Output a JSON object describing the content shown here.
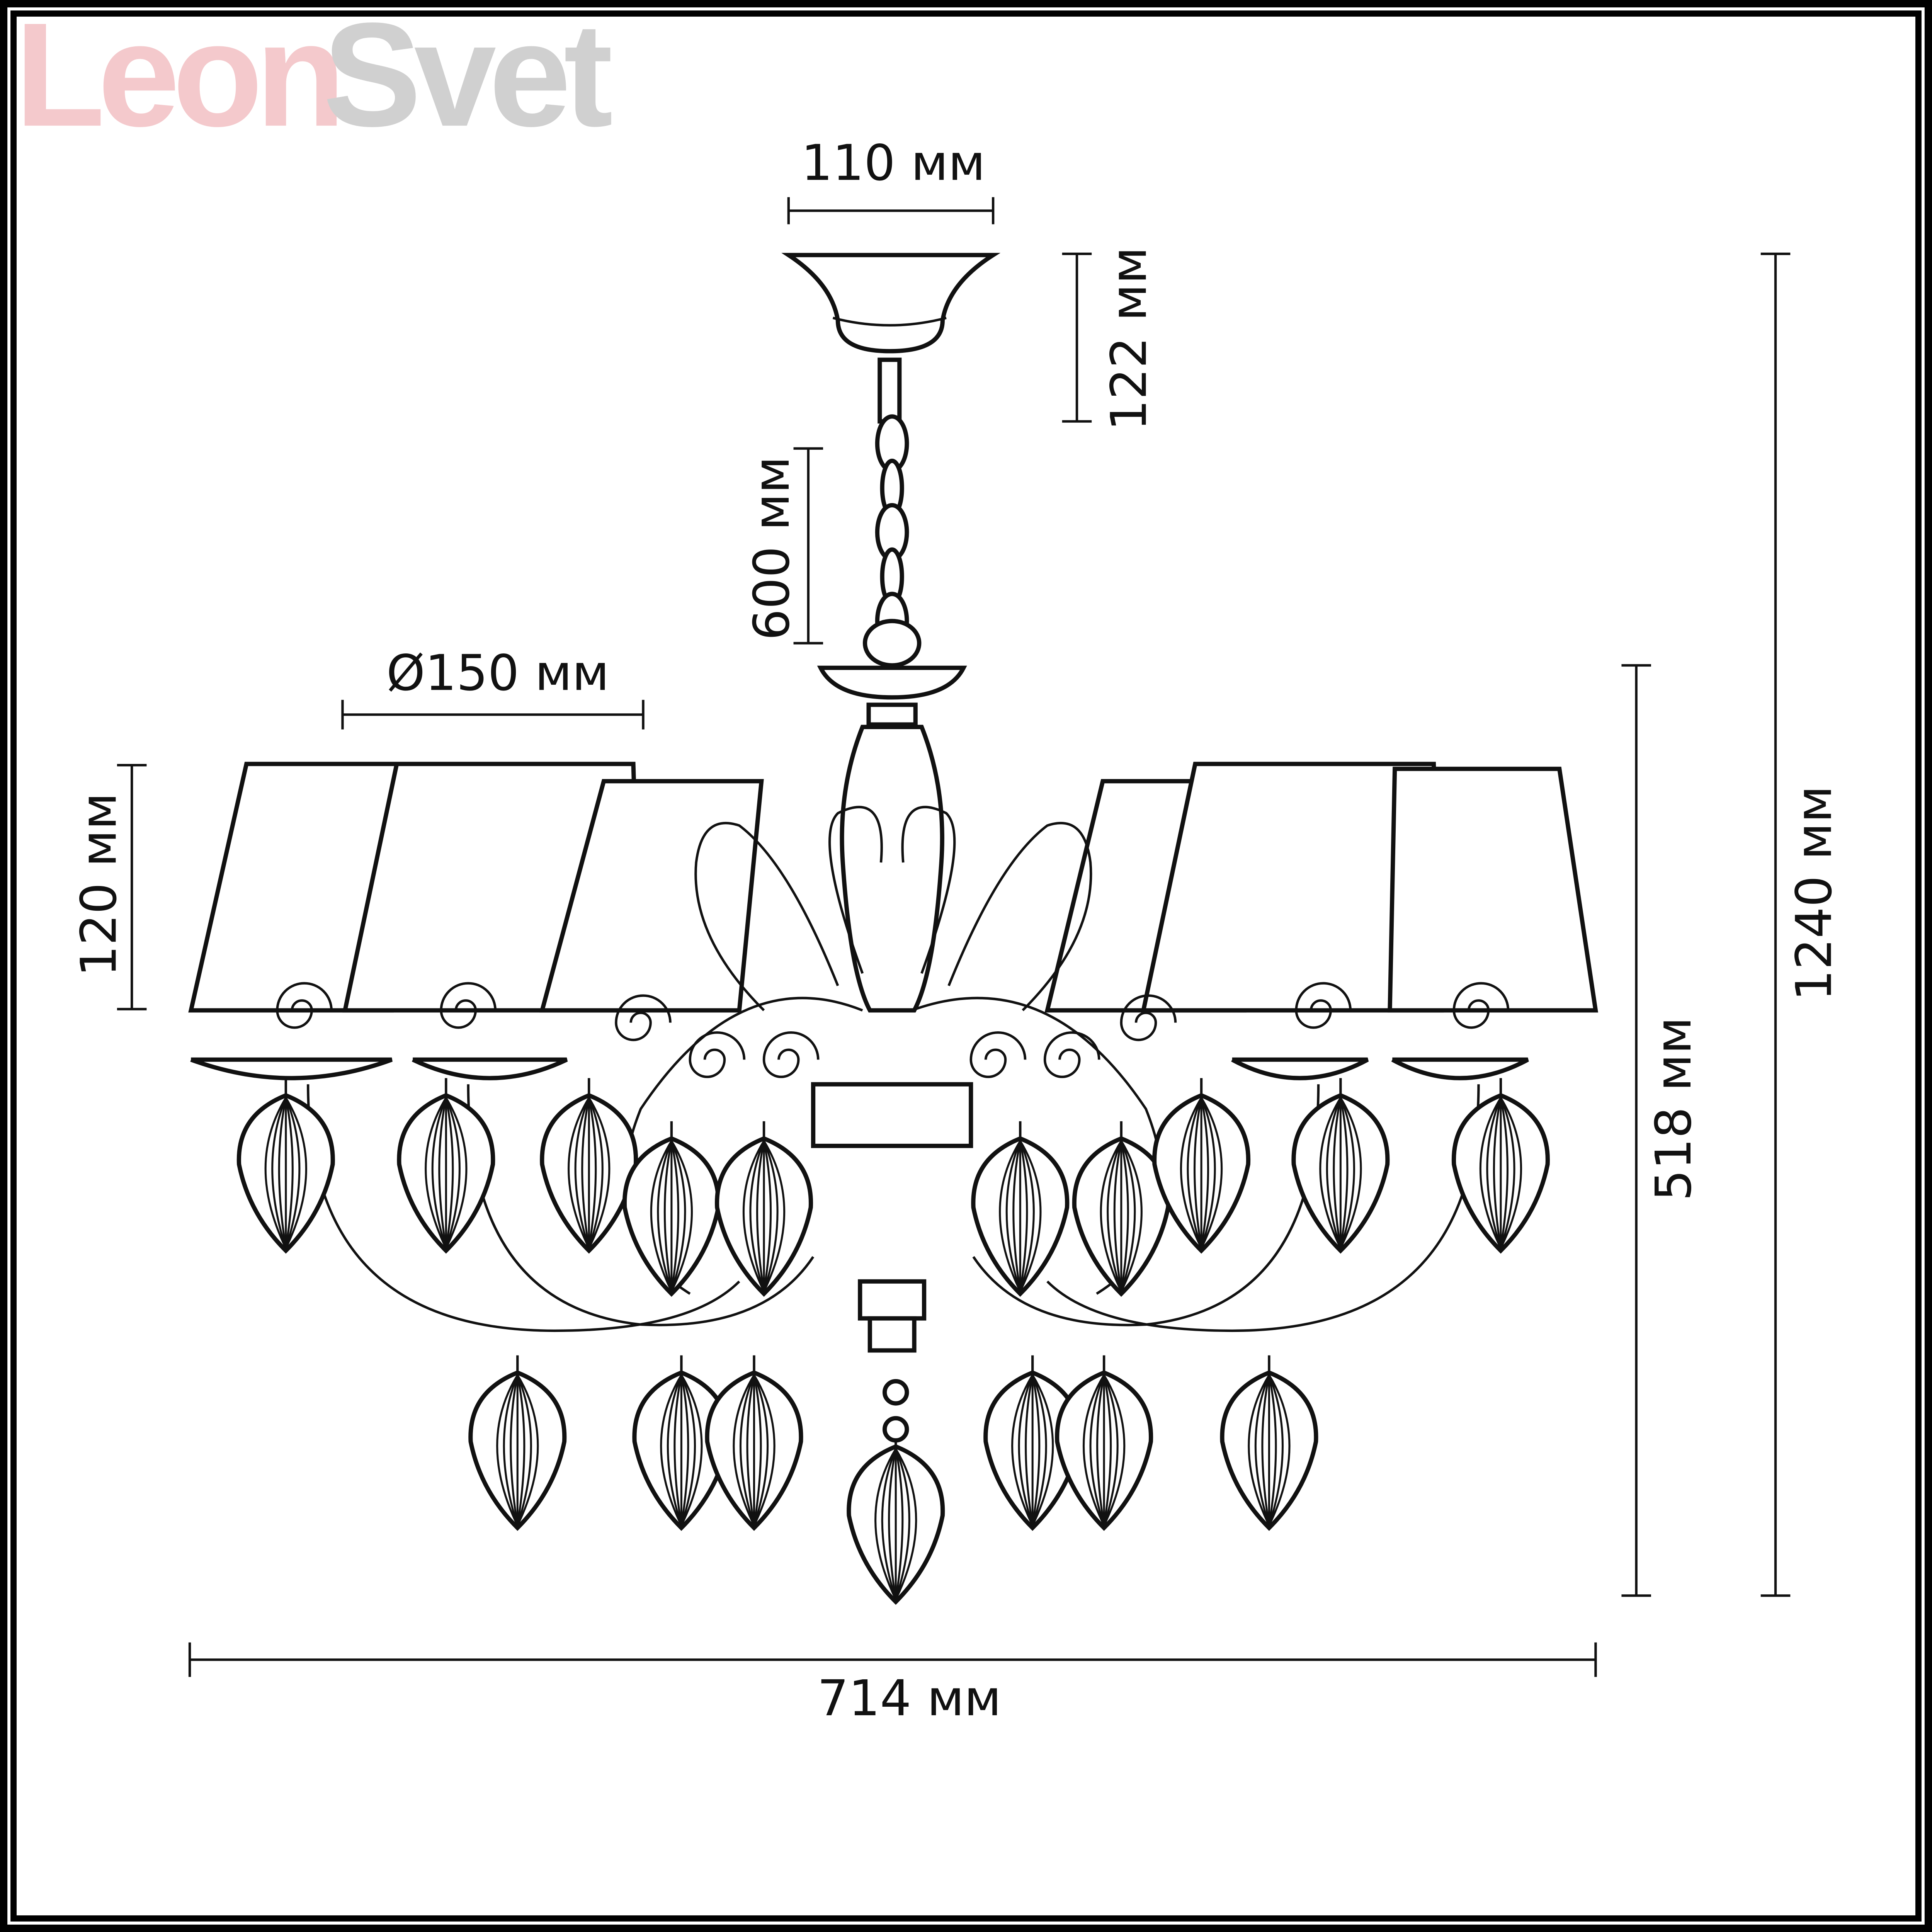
{
  "watermark": {
    "part1": "Leon",
    "part2": "Svet",
    "color1": "#f4c9cc",
    "color2": "#d0d0d0"
  },
  "dimensions": {
    "canopy_width": "110 мм",
    "canopy_height": "122 мм",
    "chain_length": "600 мм",
    "shade_diameter": "Ø150 мм",
    "shade_height": "120 мм",
    "body_height": "518 мм",
    "total_height": "1240 мм",
    "total_width": "714 мм"
  },
  "colors": {
    "line": "#111111",
    "frame": "#000000"
  }
}
